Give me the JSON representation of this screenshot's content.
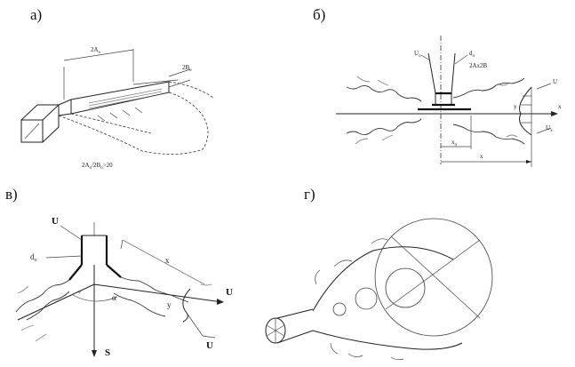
{
  "panels": {
    "a": {
      "label": "а)",
      "dim_length": "2A",
      "dim_length_sub": "o",
      "dim_width": "2B",
      "dim_width_sub": "o",
      "ratio": "2A",
      "ratio_sub": "o",
      "ratio_rest": "/2B",
      "ratio_sub2": "o",
      "ratio_tail": ">20"
    },
    "b": {
      "label": "б)",
      "u0": "U",
      "u0_sub": "o",
      "d0": "d",
      "d0_sub": "o",
      "size": "2Ax2B",
      "u": "U",
      "um": "U",
      "um_sub": "x",
      "y": "y",
      "x_axis": "x",
      "x0": "x",
      "x0_sub": "o",
      "x_dim": "x"
    },
    "v": {
      "label": "в)",
      "u_top": "U",
      "d0": "d",
      "d0_sub": "o",
      "x": "x",
      "alpha": "α",
      "y": "y",
      "u_right": "U",
      "u_bottom": "U",
      "s": "S"
    },
    "g": {
      "label": "г)"
    }
  }
}
